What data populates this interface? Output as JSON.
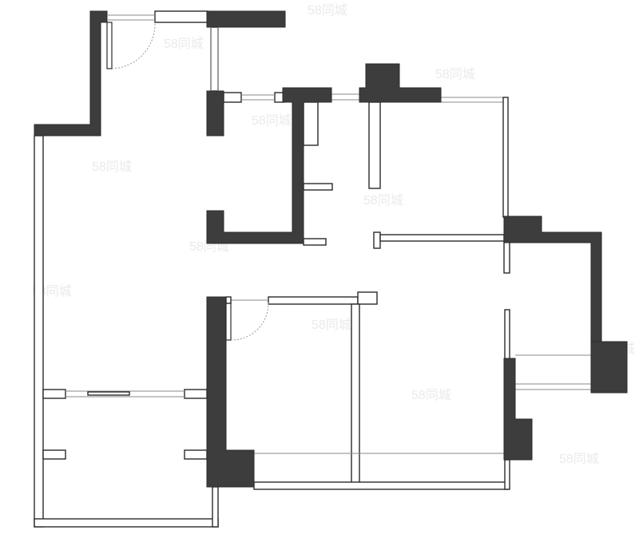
{
  "plan": {
    "background_color": "#ffffff",
    "wall_color": "#3d3d3d",
    "outline_color": "#2a2a2a",
    "watermarks": [
      {
        "text": "58同城"
      },
      {
        "text": "58同城"
      },
      {
        "text": "58同城"
      },
      {
        "text": "58同城"
      },
      {
        "text": "58同城"
      },
      {
        "text": "58同城"
      },
      {
        "text": "58同城"
      },
      {
        "text": "58同城"
      },
      {
        "text": "58同城"
      },
      {
        "text": "58同城"
      },
      {
        "text": "58同城"
      },
      {
        "text": "58同城"
      }
    ]
  }
}
